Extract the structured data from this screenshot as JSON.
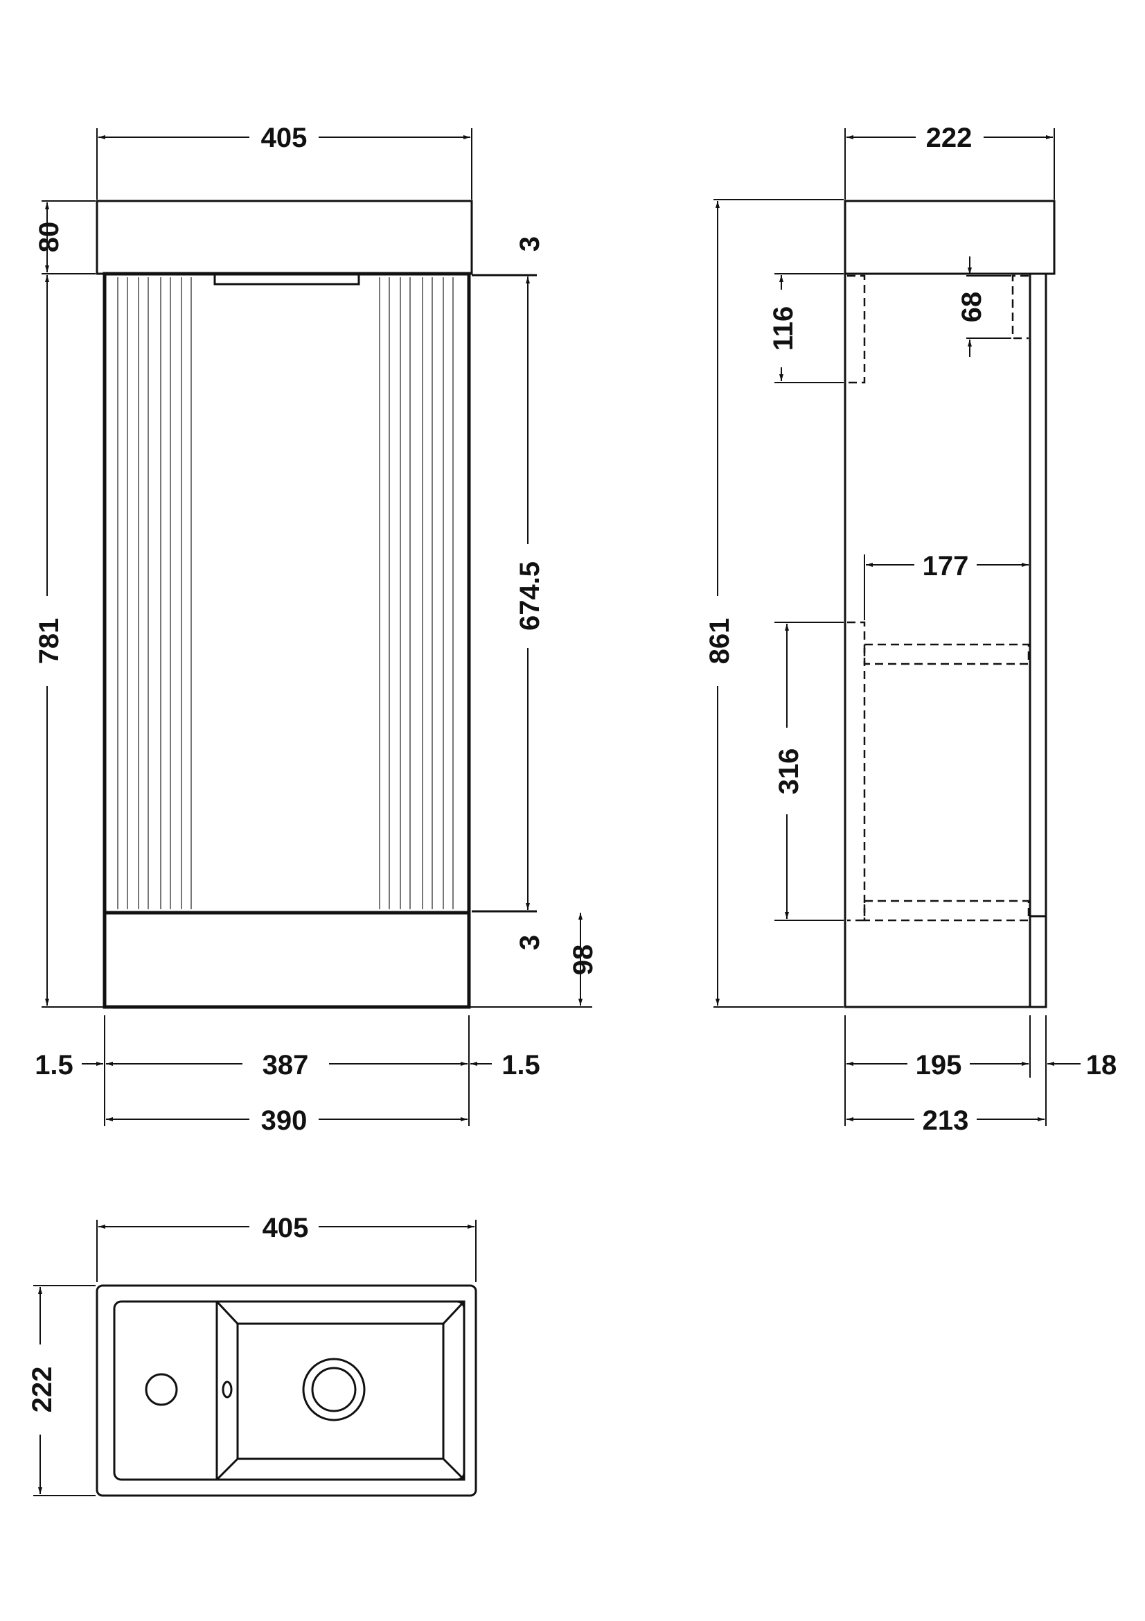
{
  "front_view": {
    "overall_width": "405",
    "basin_height": "80",
    "door_gap_top": "3",
    "cabinet_height": "781",
    "door_height": "674.5",
    "door_gap_bottom": "3",
    "plinth_height": "98",
    "side_left": "1.5",
    "door_width": "387",
    "side_right": "1.5",
    "cabinet_width": "390"
  },
  "side_view": {
    "overall_depth": "222",
    "overall_height": "861",
    "upper_recess_height": "116",
    "upper_rear_notch": "68",
    "shelf_depth": "177",
    "lower_recess_height": "316",
    "carcass_depth": "195",
    "door_thickness": "18",
    "cabinet_depth": "213"
  },
  "top_view": {
    "basin_width": "405",
    "basin_depth": "222"
  }
}
